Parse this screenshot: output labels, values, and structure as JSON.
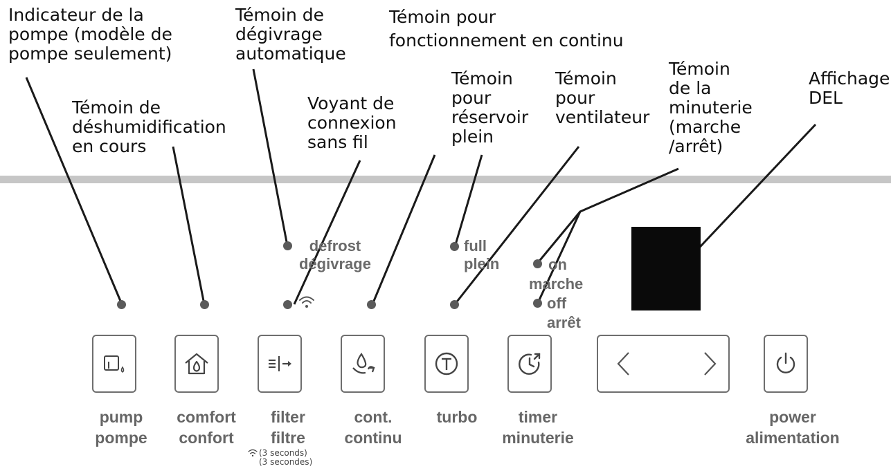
{
  "callouts": {
    "pump_indicator": "Indicateur de la\npompe (modèle de\npompe seulement)",
    "dehumidification": "Témoin de\ndéshumidification\nen cours",
    "auto_defrost": "Témoin de\ndégivrage\nautomatique",
    "wifi": "Voyant de\nconnexion\nsans fil",
    "continuous": "Témoin pour\nfonctionnement en continu",
    "tank_full": "Témoin\npour\nréservoir\nplein",
    "fan": "Témoin\npour\nventilateur",
    "timer": "Témoin\nde la\nminuterie\n(marche\n/arrêt)",
    "display": "Affichage\nDEL"
  },
  "indicators": {
    "defrost": "defrost\ndégivrage",
    "full": "full\nplein",
    "on": "on\nmarche",
    "off": "off\narrêt"
  },
  "buttons": {
    "pump": "pump\npompe",
    "comfort": "comfort\nconfort",
    "filter": "filter\nfiltre",
    "continuous": "cont.\ncontinu",
    "turbo": "turbo",
    "timer": "timer\nminuterie",
    "power": "power\nalimentation"
  },
  "filter_note": "(3 seconds)\n(3 secondes)",
  "icons": {
    "pump": "pump-icon",
    "comfort": "house-drop-icon",
    "filter": "filter-icon",
    "continuous": "continuous-drop-icon",
    "turbo": "turbo-icon",
    "timer": "timer-icon",
    "left": "chevron-left-icon",
    "right": "chevron-right-icon",
    "power": "power-icon",
    "wifi": "wifi-icon"
  },
  "colors": {
    "divider": "#c6c6c6",
    "button_border": "#6e6e6e",
    "label_gray": "#666666",
    "display": "#0a0a0a"
  }
}
